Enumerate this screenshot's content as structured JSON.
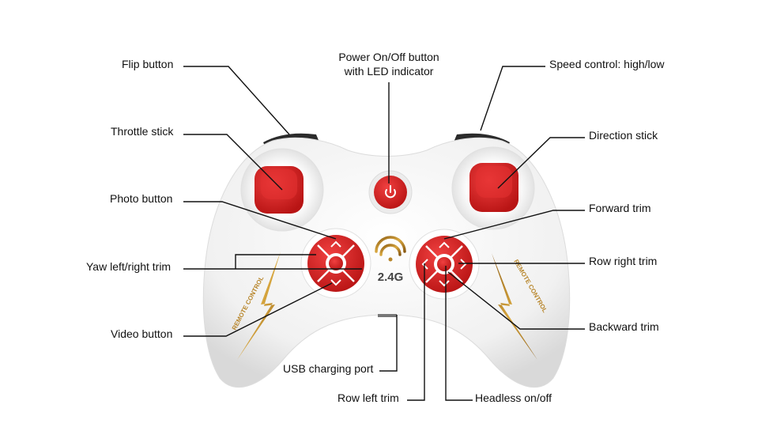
{
  "labels": {
    "flip": "Flip button",
    "power_line1": "Power On/Off button",
    "power_line2": "with LED indicator",
    "speed": "Speed control: high/low",
    "throttle": "Throttle stick",
    "direction": "Direction stick",
    "photo": "Photo button",
    "forward_trim": "Forward trim",
    "yaw": "Yaw left/right trim",
    "row_right": "Row right trim",
    "video": "Video button",
    "backward_trim": "Backward trim",
    "usb": "USB charging port",
    "row_left": "Row left trim",
    "headless": "Headless on/off"
  },
  "controller": {
    "band_label": "2.4G",
    "side_text": "REMOTE CONTROL",
    "body_color": "#f3f3f3",
    "button_color": "#d42020",
    "gold_color": "#b8862b"
  }
}
